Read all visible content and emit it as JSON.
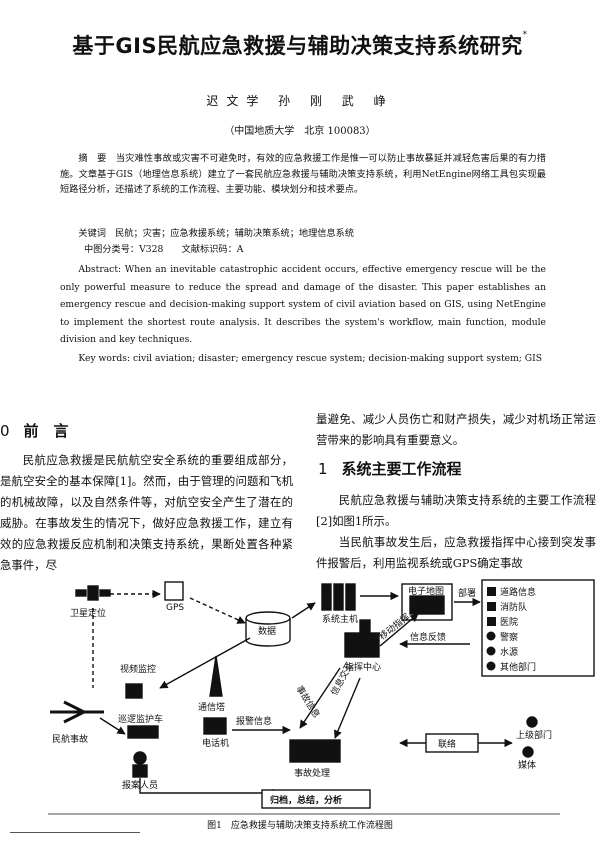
{
  "title": "基于GIS民航应急救援与辅助决策支持系统研究",
  "title_mark": "*",
  "authors": "迟文学 孙 刚 武 峥",
  "affiliation": "（中国地质大学　北京 100083）",
  "abstract_cn": "摘　要　当灾难性事故或灾害不可避免时，有效的应急救援工作是惟一可以防止事故暴延并减轻危害后果的有力措施。文章基于GIS（地理信息系统）建立了一套民航应急救援与辅助决策支持系统，利用NetEngine网络工具包实现最短路径分析，还描述了系统的工作流程、主要功能、模块划分和技术要点。",
  "keywords_cn": "关键词　民航；灾害；应急救援系统；辅助决策系统；地理信息系统",
  "class_line": "中图分类号：V328　　文献标识码：A",
  "abstract_en": "Abstract: When an inevitable catastrophic accident occurs, effective emergency rescue will be the only powerful measure to reduce the spread and damage of the disaster. This paper establishes an emergency rescue and decision-making support system of civil aviation based on GIS, using NetEngine to implement the shortest route analysis. It describes the system's workflow, main function, module division and key techniques.",
  "keywords_en": "Key words: civil aviation; disaster; emergency rescue system; decision-making support system; GIS",
  "section0": {
    "num": "0",
    "title": "前　言"
  },
  "section1": {
    "num": "1",
    "title": "系统主要工作流程"
  },
  "p0": "民航应急救援是民航航空安全系统的重要组成部分，是航空安全的基本保障[1]。然而，由于管理的问题和飞机的机械故障，以及自然条件等，对航空安全产生了潜在的威胁。在事故发生的情况下，做好应急救援工作，建立有效的应急救援反应机制和决策支持系统，果断处置各种紧急事件，尽",
  "p1": "量避免、减少人员伤亡和财产损失，减少对机场正常运营带来的影响具有重要意义。",
  "p2": "民航应急救援与辅助决策支持系统的主要工作流程[2]如图1所示。",
  "p3": "当民航事故发生后，应急救援指挥中心接到突发事件报警后，利用监视系统或GPS确定事故",
  "figure": {
    "satellite": "卫星定位",
    "gps": "GPS",
    "database": "数据",
    "server": "系统主机",
    "emap": "电子地图",
    "deploy": "部署",
    "mobile": "移动指挥",
    "feedback": "信息反馈",
    "command": "指挥中心",
    "decision": "事故信息",
    "info_exchange": "信息交互",
    "video": "视频监控",
    "comm": "通信塔",
    "patrol": "巡逻监护车",
    "alarm": "报警信息",
    "phone": "电话机",
    "accident": "民航事故",
    "reporter": "报案人员",
    "handling": "事故处理",
    "liaison": "联络",
    "superior": "上级部门",
    "media": "媒体",
    "summary": "归档，总结，分析",
    "depts": [
      "道路信息",
      "消防队",
      "医院",
      "警察",
      "水源",
      "其他部门"
    ]
  },
  "caption": "图1　应急救援与辅助决策支持系统工作流程图"
}
